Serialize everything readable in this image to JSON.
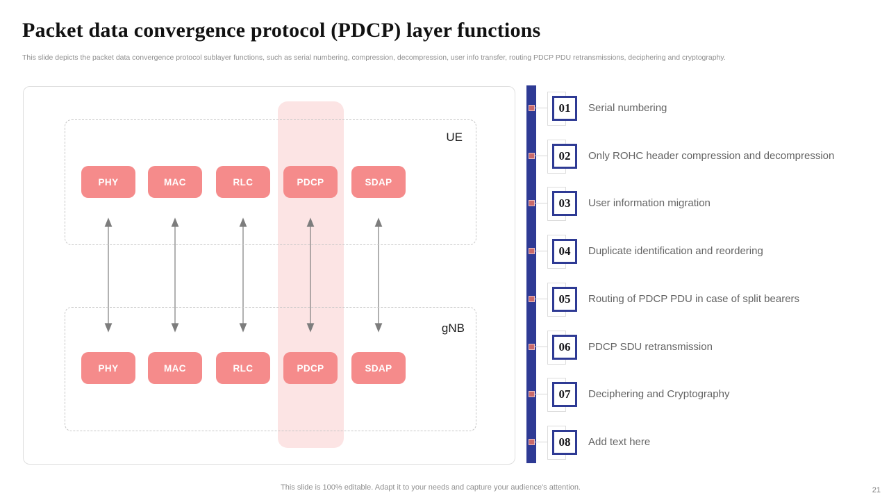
{
  "slide": {
    "title": "Packet data convergence protocol (PDCP) layer functions",
    "subtitle": "This slide depicts the packet data convergence protocol sublayer functions, such as serial numbering, compression, decompression, user info transfer, routing PDCP PDU retransmissions, deciphering and cryptography.",
    "footer": "This slide is 100% editable. Adapt it to your needs and capture your audience's attention.",
    "page_number": "21"
  },
  "diagram": {
    "highlight_layer": "PDCP",
    "groups": [
      {
        "name": "UE",
        "layers": [
          "PHY",
          "MAC",
          "RLC",
          "PDCP",
          "SDAP"
        ]
      },
      {
        "name": "gNB",
        "layers": [
          "PHY",
          "MAC",
          "RLC",
          "PDCP",
          "SDAP"
        ]
      }
    ]
  },
  "functions": [
    {
      "number": "01",
      "label": "Serial numbering"
    },
    {
      "number": "02",
      "label": "Only ROHC header compression and decompression"
    },
    {
      "number": "03",
      "label": "User information migration"
    },
    {
      "number": "04",
      "label": "Duplicate identification and reordering"
    },
    {
      "number": "05",
      "label": "Routing of PDCP PDU in case of split bearers"
    },
    {
      "number": "06",
      "label": "PDCP SDU retransmission"
    },
    {
      "number": "07",
      "label": "Deciphering and Cryptography"
    },
    {
      "number": "08",
      "label": "Add text here"
    }
  ],
  "colors": {
    "accent_navy": "#2e3a94",
    "accent_salmon": "#f58b8b",
    "highlight_band": "#fce4e4",
    "text_gray": "#636363",
    "muted_gray": "#8f8f8f"
  }
}
